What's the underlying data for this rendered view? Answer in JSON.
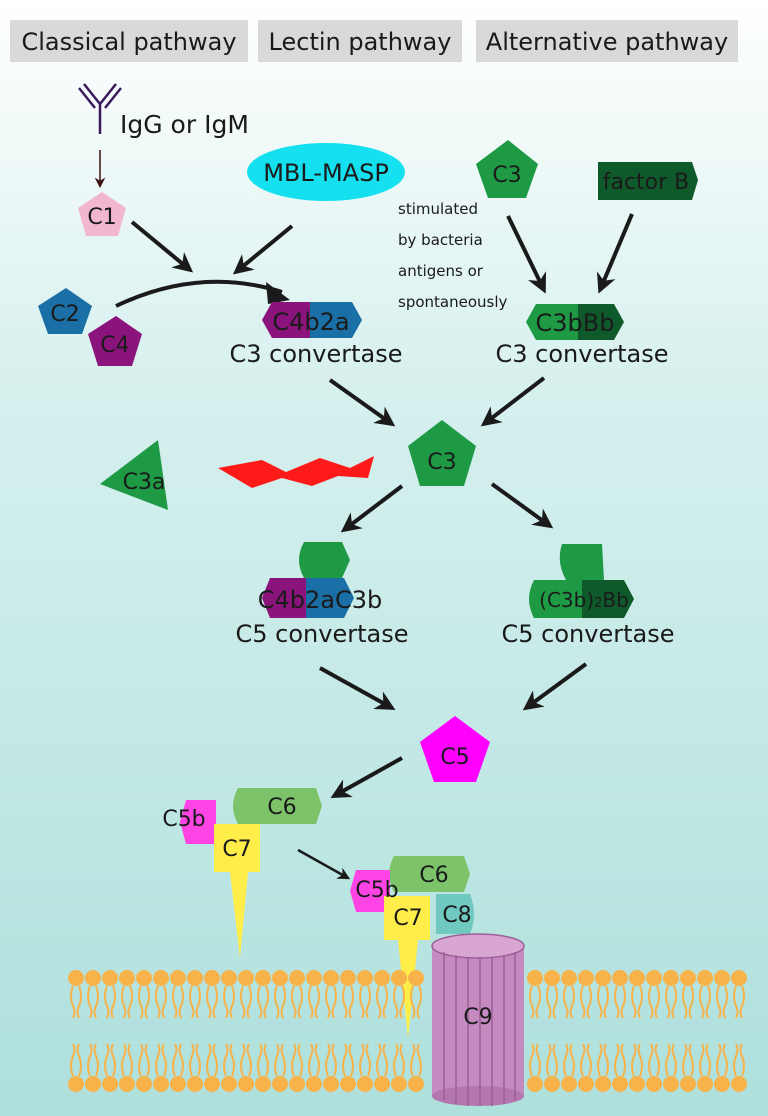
{
  "headers": {
    "classical": "Classical pathway",
    "lectin": "Lectin pathway",
    "alternative": "Alternative pathway"
  },
  "labels": {
    "antibody": "IgG or IgM",
    "c1": "C1",
    "mbl": "MBL-MASP",
    "c2": "C2",
    "c4": "C4",
    "c4b2a": "C4b2a",
    "c3_convertase_left": "C3 convertase",
    "c3_alt": "C3",
    "factor_b": "factor B",
    "stimulus_line1": "stimulated",
    "stimulus_line2": "by bacteria",
    "stimulus_line3": "antigens or",
    "stimulus_line4": "spontaneously",
    "c3bbb": "C3bBb",
    "c3_convertase_right": "C3 convertase",
    "c3_center": "C3",
    "c3a": "C3a",
    "c5conv_left_complex": "C4b2aC3b",
    "c5_convertase_left": "C5 convertase",
    "c5conv_right_complex_a": "(C3b)",
    "c5conv_right_complex_sub": "2",
    "c5conv_right_complex_b": "Bb",
    "c5_convertase_right": "C5 convertase",
    "c5": "C5",
    "c5b_a": "C5b",
    "c6_a": "C6",
    "c7_a": "C7",
    "c5b_b": "C5b",
    "c6_b": "C6",
    "c7_b": "C7",
    "c8": "C8",
    "c9": "C9"
  },
  "colors": {
    "background_top": "#ffffff",
    "background_bottom": "#aee0dc",
    "header_box": "#d9d9d9",
    "c1": "#f3b6cf",
    "mbl": "#14e0ef",
    "c2": "#1a6fa6",
    "c4": "#8b147c",
    "c3": "#1e9a45",
    "factor_b": "#0f5a2a",
    "c3a_cleave": "#ff1a1a",
    "c5": "#ff00ff",
    "c6": "#7cc36a",
    "c7": "#ffed4a",
    "c8": "#6fc9c0",
    "c9": "#c58ac0",
    "membrane": "#f7b34a"
  }
}
